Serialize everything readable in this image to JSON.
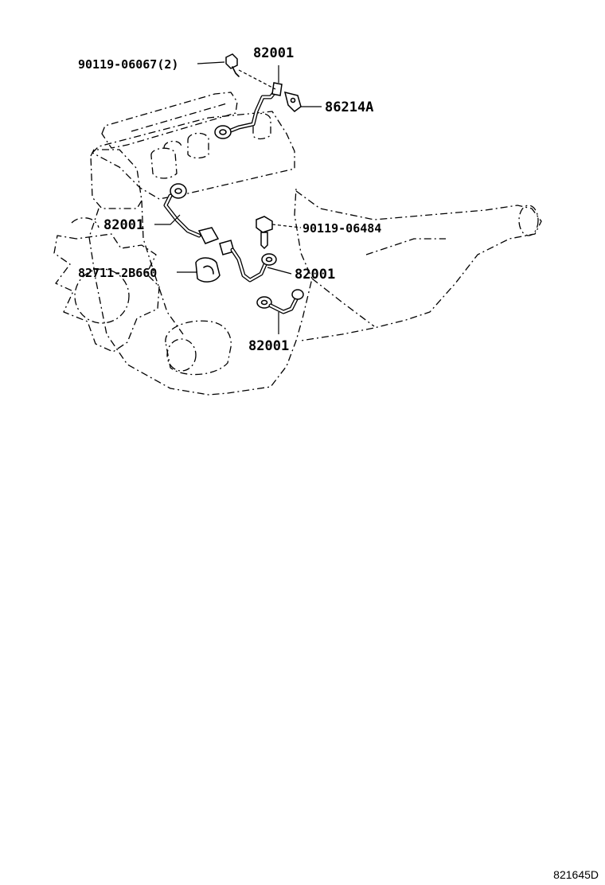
{
  "callouts": {
    "bolt_top": "90119-06067(2)",
    "harness_top": "82001",
    "clamp": "86214A",
    "harness_left": "82001",
    "bolt_mid": "90119-06484",
    "connector": "82711-2B660",
    "harness_mid": "82001",
    "harness_bottom": "82001"
  },
  "drawing_code": "821645D"
}
